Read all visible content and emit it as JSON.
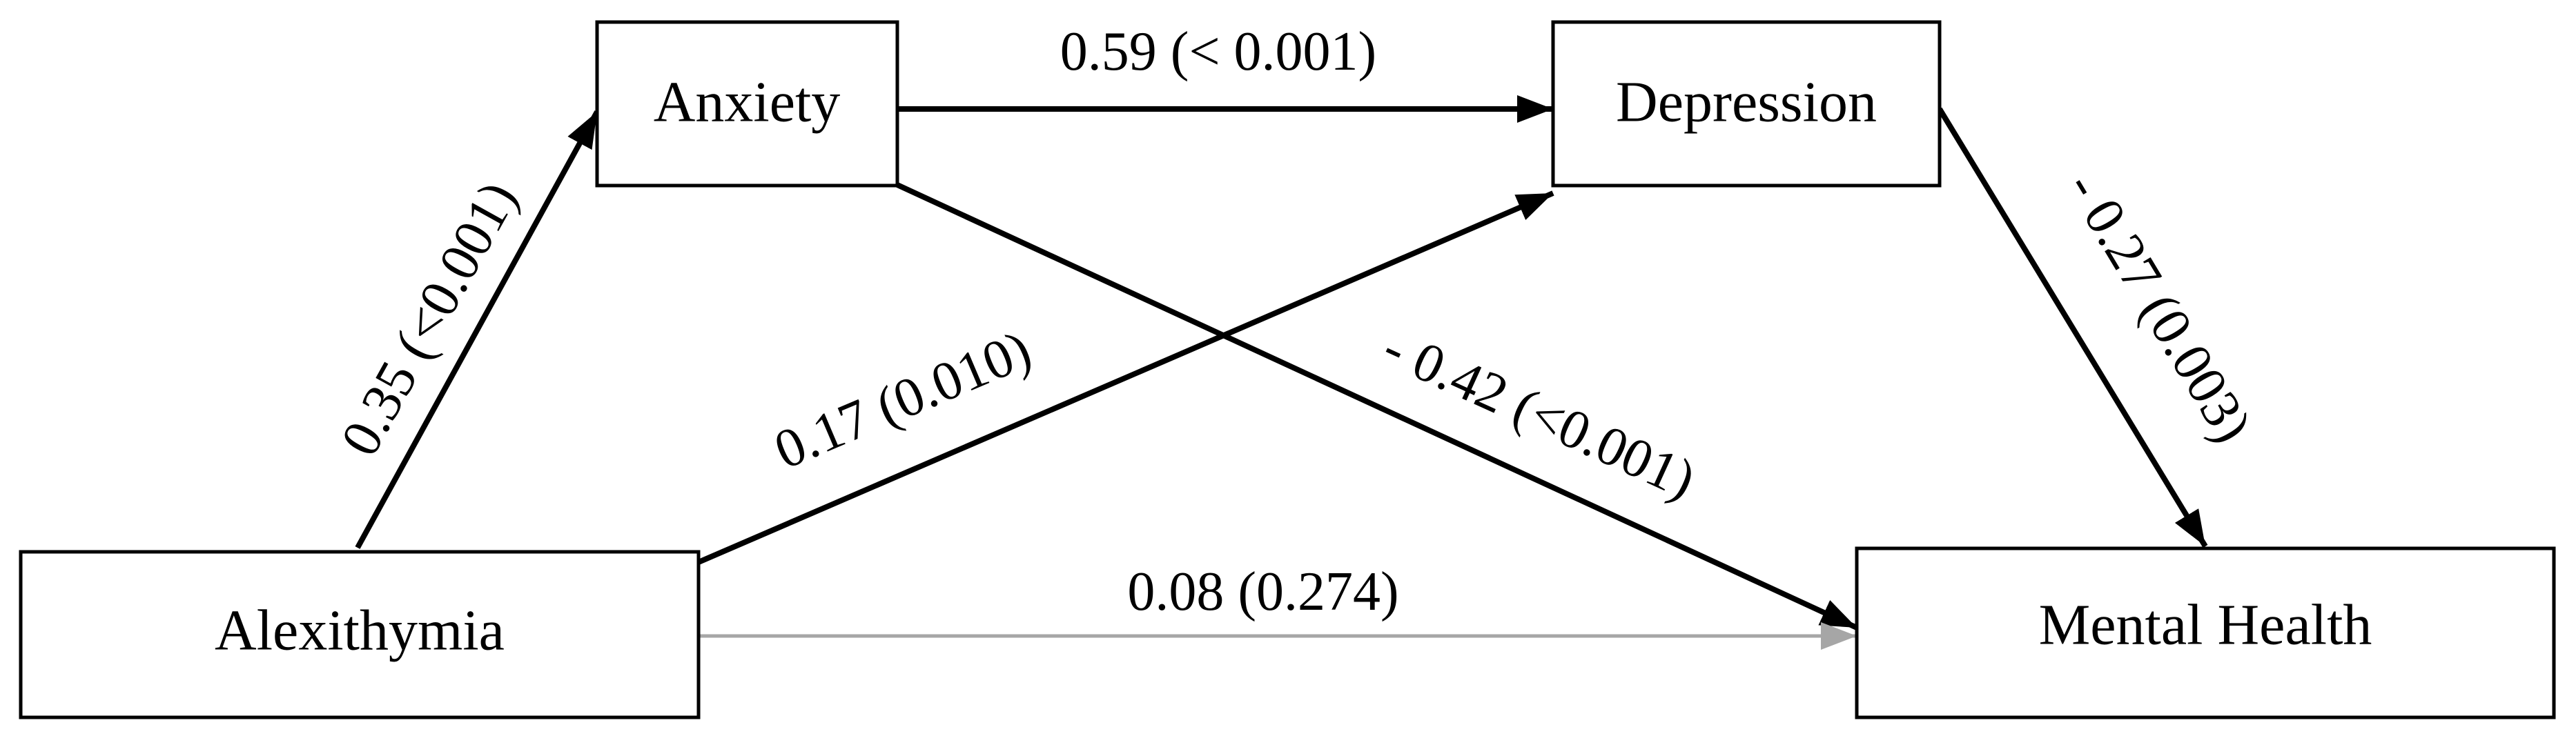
{
  "nodes": {
    "anxiety": "Anxiety",
    "depression": "Depression",
    "alexithymia": "Alexithymia",
    "mental_health": "Mental Health"
  },
  "edges": {
    "anxiety_depression": {
      "label": "0.59 (< 0.001)",
      "color": "#000000"
    },
    "alexithymia_anxiety": {
      "label": "0.35 (<0.001)",
      "color": "#000000"
    },
    "alexithymia_depression": {
      "label": "0.17 (0.010)",
      "color": "#000000"
    },
    "anxiety_mental_health": {
      "label": "- 0.42 (<0.001)",
      "color": "#000000"
    },
    "depression_mental_health": {
      "label": "- 0.27 (0.003)",
      "color": "#000000"
    },
    "alexithymia_mental_health": {
      "label": "0.08 (0.274)",
      "color": "#a6a6a6"
    }
  }
}
